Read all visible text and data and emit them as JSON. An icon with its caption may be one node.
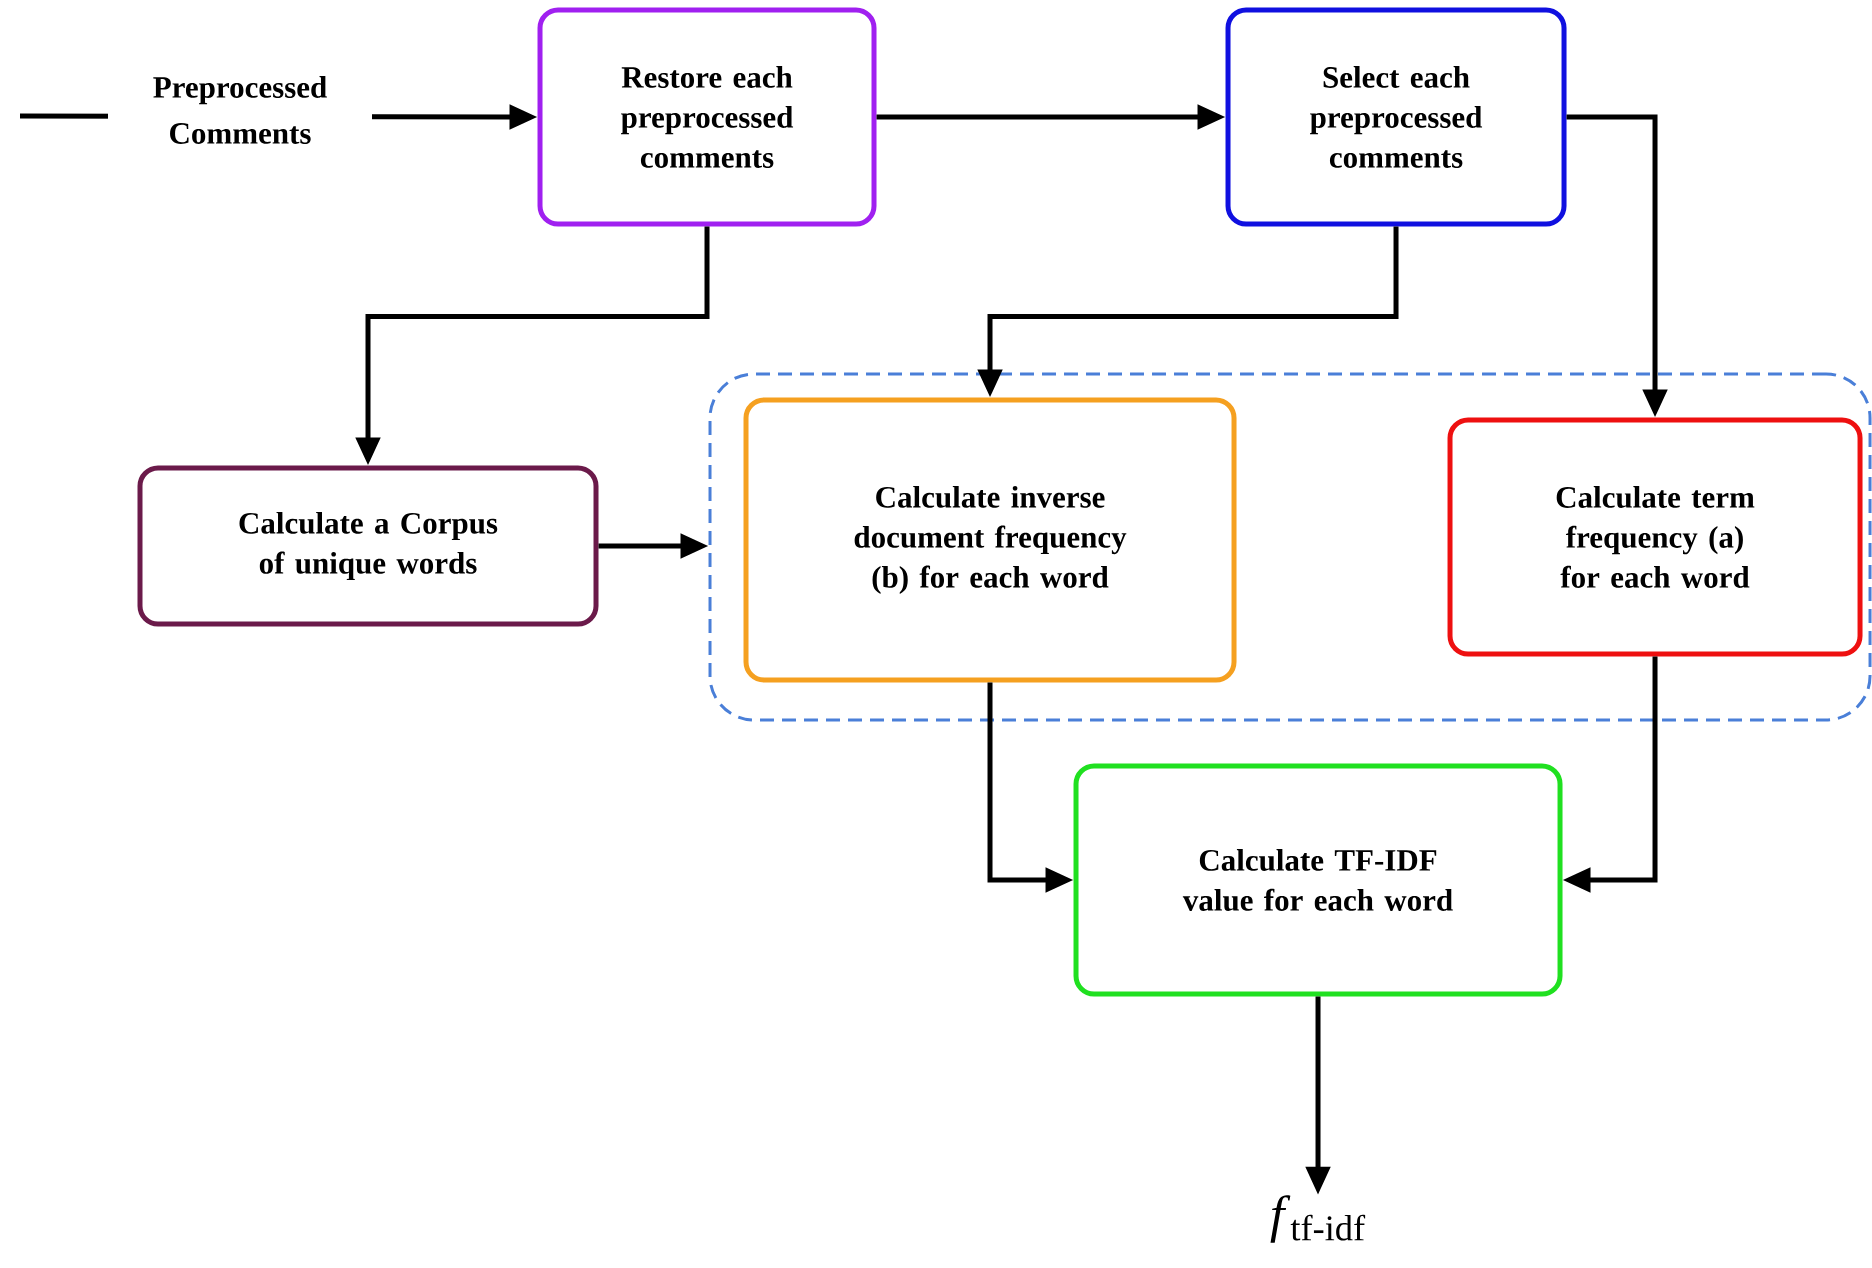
{
  "diagram": {
    "nodes": [
      {
        "text": [
          "Restore each preprocessed comments"
        ]
      },
      {
        "text": [
          "Select each preprocessed comments"
        ]
      },
      {
        "text": [
          "Calculate a Corpus of unique words"
        ]
      },
      {
        "text": [],
        "shape": "box"
      },
      {
        "text": [
          "Calculate inverse document frequency (b) for each word"
        ],
        "in": 3
      },
      {
        "text": [
          "Calculate term frequency (a) for each word"
        ],
        "in": 3
      },
      {
        "text": [
          "Calculate TF-IDF value for each word"
        ]
      },
      {
        "text": [
          "*f*$_{tf-idf}$"
        ]
      }
    ],
    "edges": [
      {
        "from": null,
        "to": 0,
        "arrow": "to",
        "label": "Preprocessed Comments"
      },
      {
        "from": 0,
        "to": 1,
        "arrow": "to"
      },
      {
        "from": 0,
        "to": 2,
        "arrow": "to"
      },
      {
        "from": 1,
        "to": 4,
        "arrow": "to"
      },
      {
        "from": 1,
        "to": 5,
        "arrow": "to"
      },
      {
        "from": 2,
        "to": 3,
        "arrow": "to"
      },
      {
        "from": 4,
        "to": 6,
        "arrow": "to"
      },
      {
        "from": 5,
        "to": 6,
        "arrow": "to"
      },
      {
        "from": 6,
        "to": 7,
        "arrow": "to"
      }
    ]
  }
}
